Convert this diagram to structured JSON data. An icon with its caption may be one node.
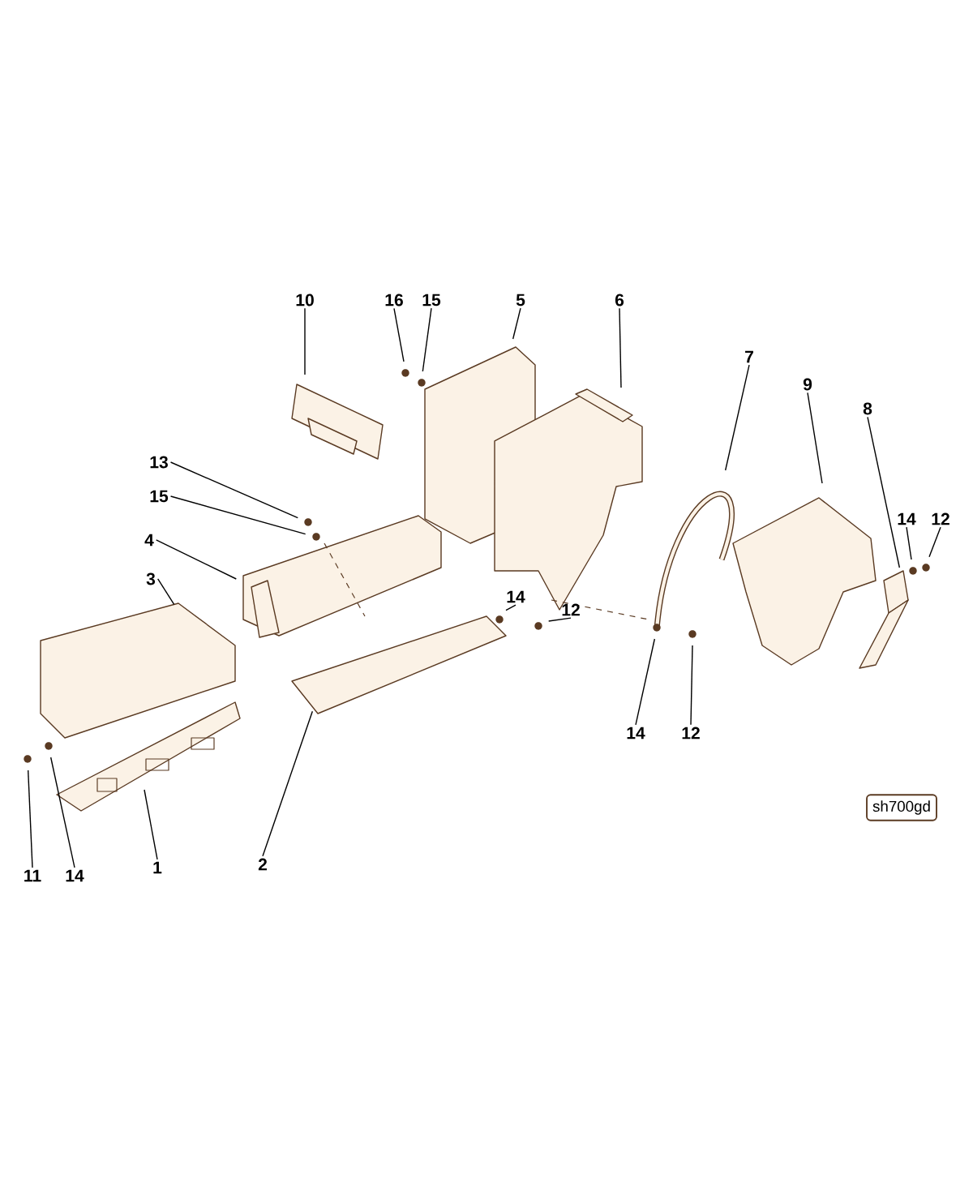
{
  "diagram": {
    "nodes": [
      {
        "text": [
          "10"
        ]
      },
      {
        "text": [
          "16"
        ]
      },
      {
        "text": [
          "15"
        ]
      },
      {
        "text": [
          "5"
        ]
      },
      {
        "text": [
          "6"
        ]
      },
      {
        "text": [
          "7"
        ]
      },
      {
        "text": [
          "9"
        ]
      },
      {
        "text": [
          "8"
        ]
      },
      {
        "text": [
          "14"
        ]
      },
      {
        "text": [
          "12"
        ]
      },
      {
        "text": [
          "13"
        ]
      },
      {
        "text": [
          "15"
        ]
      },
      {
        "text": [
          "4"
        ]
      },
      {
        "text": [
          "3"
        ]
      },
      {
        "text": [
          "14"
        ]
      },
      {
        "text": [
          "12"
        ]
      },
      {
        "text": [
          "14"
        ]
      },
      {
        "text": [
          "12"
        ]
      },
      {
        "text": [
          "11"
        ]
      },
      {
        "text": [
          "14"
        ]
      },
      {
        "text": [
          "1"
        ]
      },
      {
        "text": [
          "2"
        ]
      },
      {
        "text": [
          "sh700gd"
        ]
      }
    ],
    "edges": [
      {
        "from": 0,
        "to": null,
        "arrow": "none"
      },
      {
        "from": 1,
        "to": null,
        "arrow": "none"
      },
      {
        "from": 2,
        "to": null,
        "arrow": "none"
      },
      {
        "from": 3,
        "to": null,
        "arrow": "none"
      },
      {
        "from": 4,
        "to": null,
        "arrow": "none"
      },
      {
        "from": 5,
        "to": null,
        "arrow": "none"
      },
      {
        "from": 6,
        "to": null,
        "arrow": "none"
      },
      {
        "from": 7,
        "to": null,
        "arrow": "none"
      },
      {
        "from": 8,
        "to": null,
        "arrow": "none"
      },
      {
        "from": 9,
        "to": null,
        "arrow": "none"
      },
      {
        "from": 10,
        "to": null,
        "arrow": "none"
      },
      {
        "from": 11,
        "to": null,
        "arrow": "none"
      },
      {
        "from": 12,
        "to": null,
        "arrow": "none"
      },
      {
        "from": 13,
        "to": null,
        "arrow": "none"
      },
      {
        "from": 14,
        "to": null,
        "arrow": "none"
      },
      {
        "from": 15,
        "to": null,
        "arrow": "none"
      },
      {
        "from": 16,
        "to": null,
        "arrow": "none"
      },
      {
        "from": 17,
        "to": null,
        "arrow": "none"
      },
      {
        "from": 18,
        "to": null,
        "arrow": "none"
      },
      {
        "from": 19,
        "to": null,
        "arrow": "none"
      },
      {
        "from": 20,
        "to": null,
        "arrow": "none"
      },
      {
        "from": 21,
        "to": null,
        "arrow": "none"
      }
    ]
  }
}
